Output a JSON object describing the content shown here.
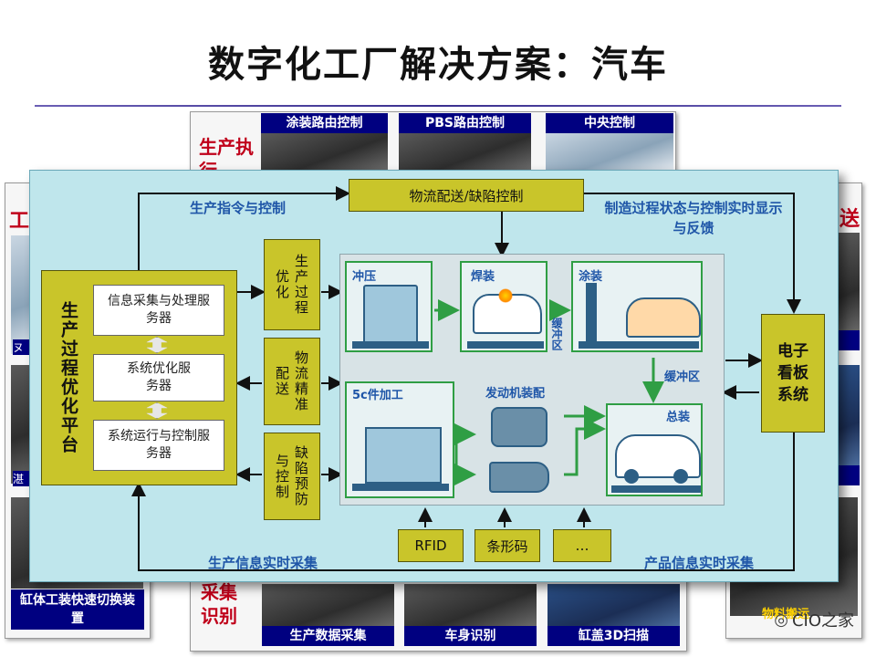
{
  "title": "数字化工厂解决方案：汽车",
  "background": {
    "top_captions": [
      "涂装路由控制",
      "PBS路由控制",
      "中央控制"
    ],
    "bottom_captions": [
      "生产数据采集",
      "车身识别",
      "缸盖3D扫描"
    ],
    "left_bottom_caption": "缸体工装快速切换装置",
    "left_fragment": "工",
    "right_fragment": "送",
    "top_left_red": "生产执行",
    "bottom_left_red": "采集识别",
    "left_small_1": "ヌ",
    "left_small_2": "湛",
    "right_bottom_caption": "物料搬运"
  },
  "diagram": {
    "platform_label": "生产过程优化平台",
    "servers": [
      "信息采集与处理服务器",
      "系统优化服务器",
      "系统运行与控制服务器"
    ],
    "middle_boxes": [
      {
        "left": "优化",
        "right": "生产过程"
      },
      {
        "left": "配送",
        "right": "物流精准"
      },
      {
        "left": "与控制",
        "right": "缺陷预防"
      }
    ],
    "logistics_box": "物流配送/缺陷控制",
    "kanban_box": "电子看板系统",
    "top_left_label": "生产指令与控制",
    "top_right_label": "制造过程状态与控制实时显示与反馈",
    "bottom_left_label": "生产信息实时采集",
    "bottom_right_label": "产品信息实时采集",
    "stages": [
      "冲压",
      "焊装",
      "涂装",
      "5c件加工",
      "发动机装配",
      "总装"
    ],
    "buffer_labels": [
      "缓冲区",
      "缓冲区"
    ],
    "id_boxes": [
      "RFID",
      "条形码",
      "…"
    ]
  },
  "watermark": "CIO之家"
}
